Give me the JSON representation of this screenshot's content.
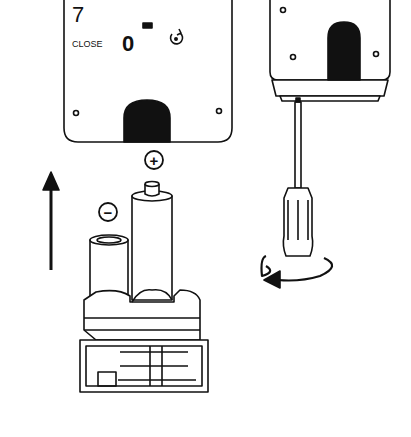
{
  "diagram": {
    "labels": [
      "7",
      "CLOSE",
      "0",
      "+",
      "−"
    ]
  }
}
